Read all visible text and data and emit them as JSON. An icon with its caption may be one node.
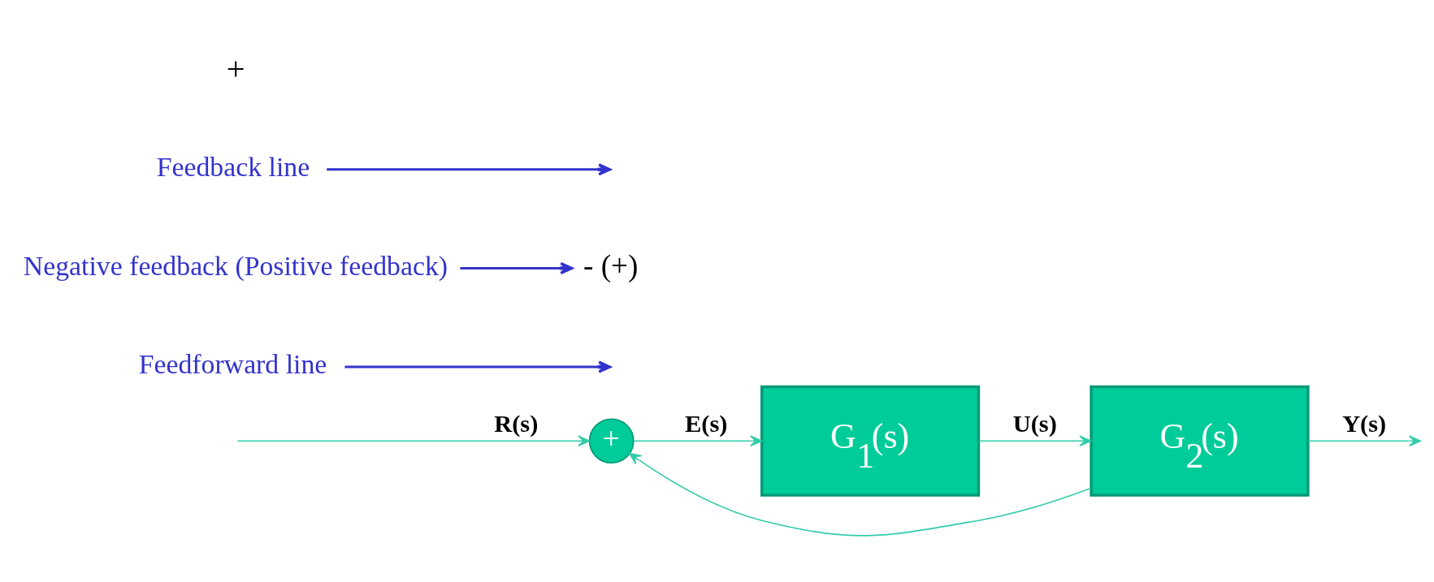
{
  "diagram": {
    "nodes": [
      {
        "text": [
          "+"
        ]
      },
      {
        "text": [
          "G$_{1}$(s)"
        ]
      },
      {
        "text": [
          "G$_{2}$(s)"
        ]
      },
      {
        "text": [
          "Feedforward line"
        ]
      },
      {
        "text": [
          "Negative feedback (Positive feedback)"
        ]
      },
      {
        "text": [
          "- (+)"
        ]
      },
      {
        "text": [
          "Feedback line"
        ]
      }
    ],
    "edges": [
      {
        "from": null,
        "to": 0,
        "arrow": "to",
        "label": "R(s)"
      },
      {
        "from": 0,
        "to": 1,
        "arrow": "to",
        "label": "E(s)"
      },
      {
        "from": 1,
        "to": 2,
        "arrow": "to",
        "label": "U(s)"
      },
      {
        "from": 2,
        "to": null,
        "arrow": "to",
        "label": "Y(s)"
      },
      {
        "from": 2,
        "to": 0,
        "arrow": "to"
      },
      {
        "from": 3,
        "to": null,
        "arrow": "to",
        "color": "#3333cc"
      },
      {
        "from": 4,
        "to": 5,
        "arrow": "to",
        "color": "#3333cc"
      },
      {
        "from": 6,
        "to": null,
        "arrow": "to",
        "color": "#3333cc"
      }
    ],
    "labels": [
      "+"
    ]
  }
}
